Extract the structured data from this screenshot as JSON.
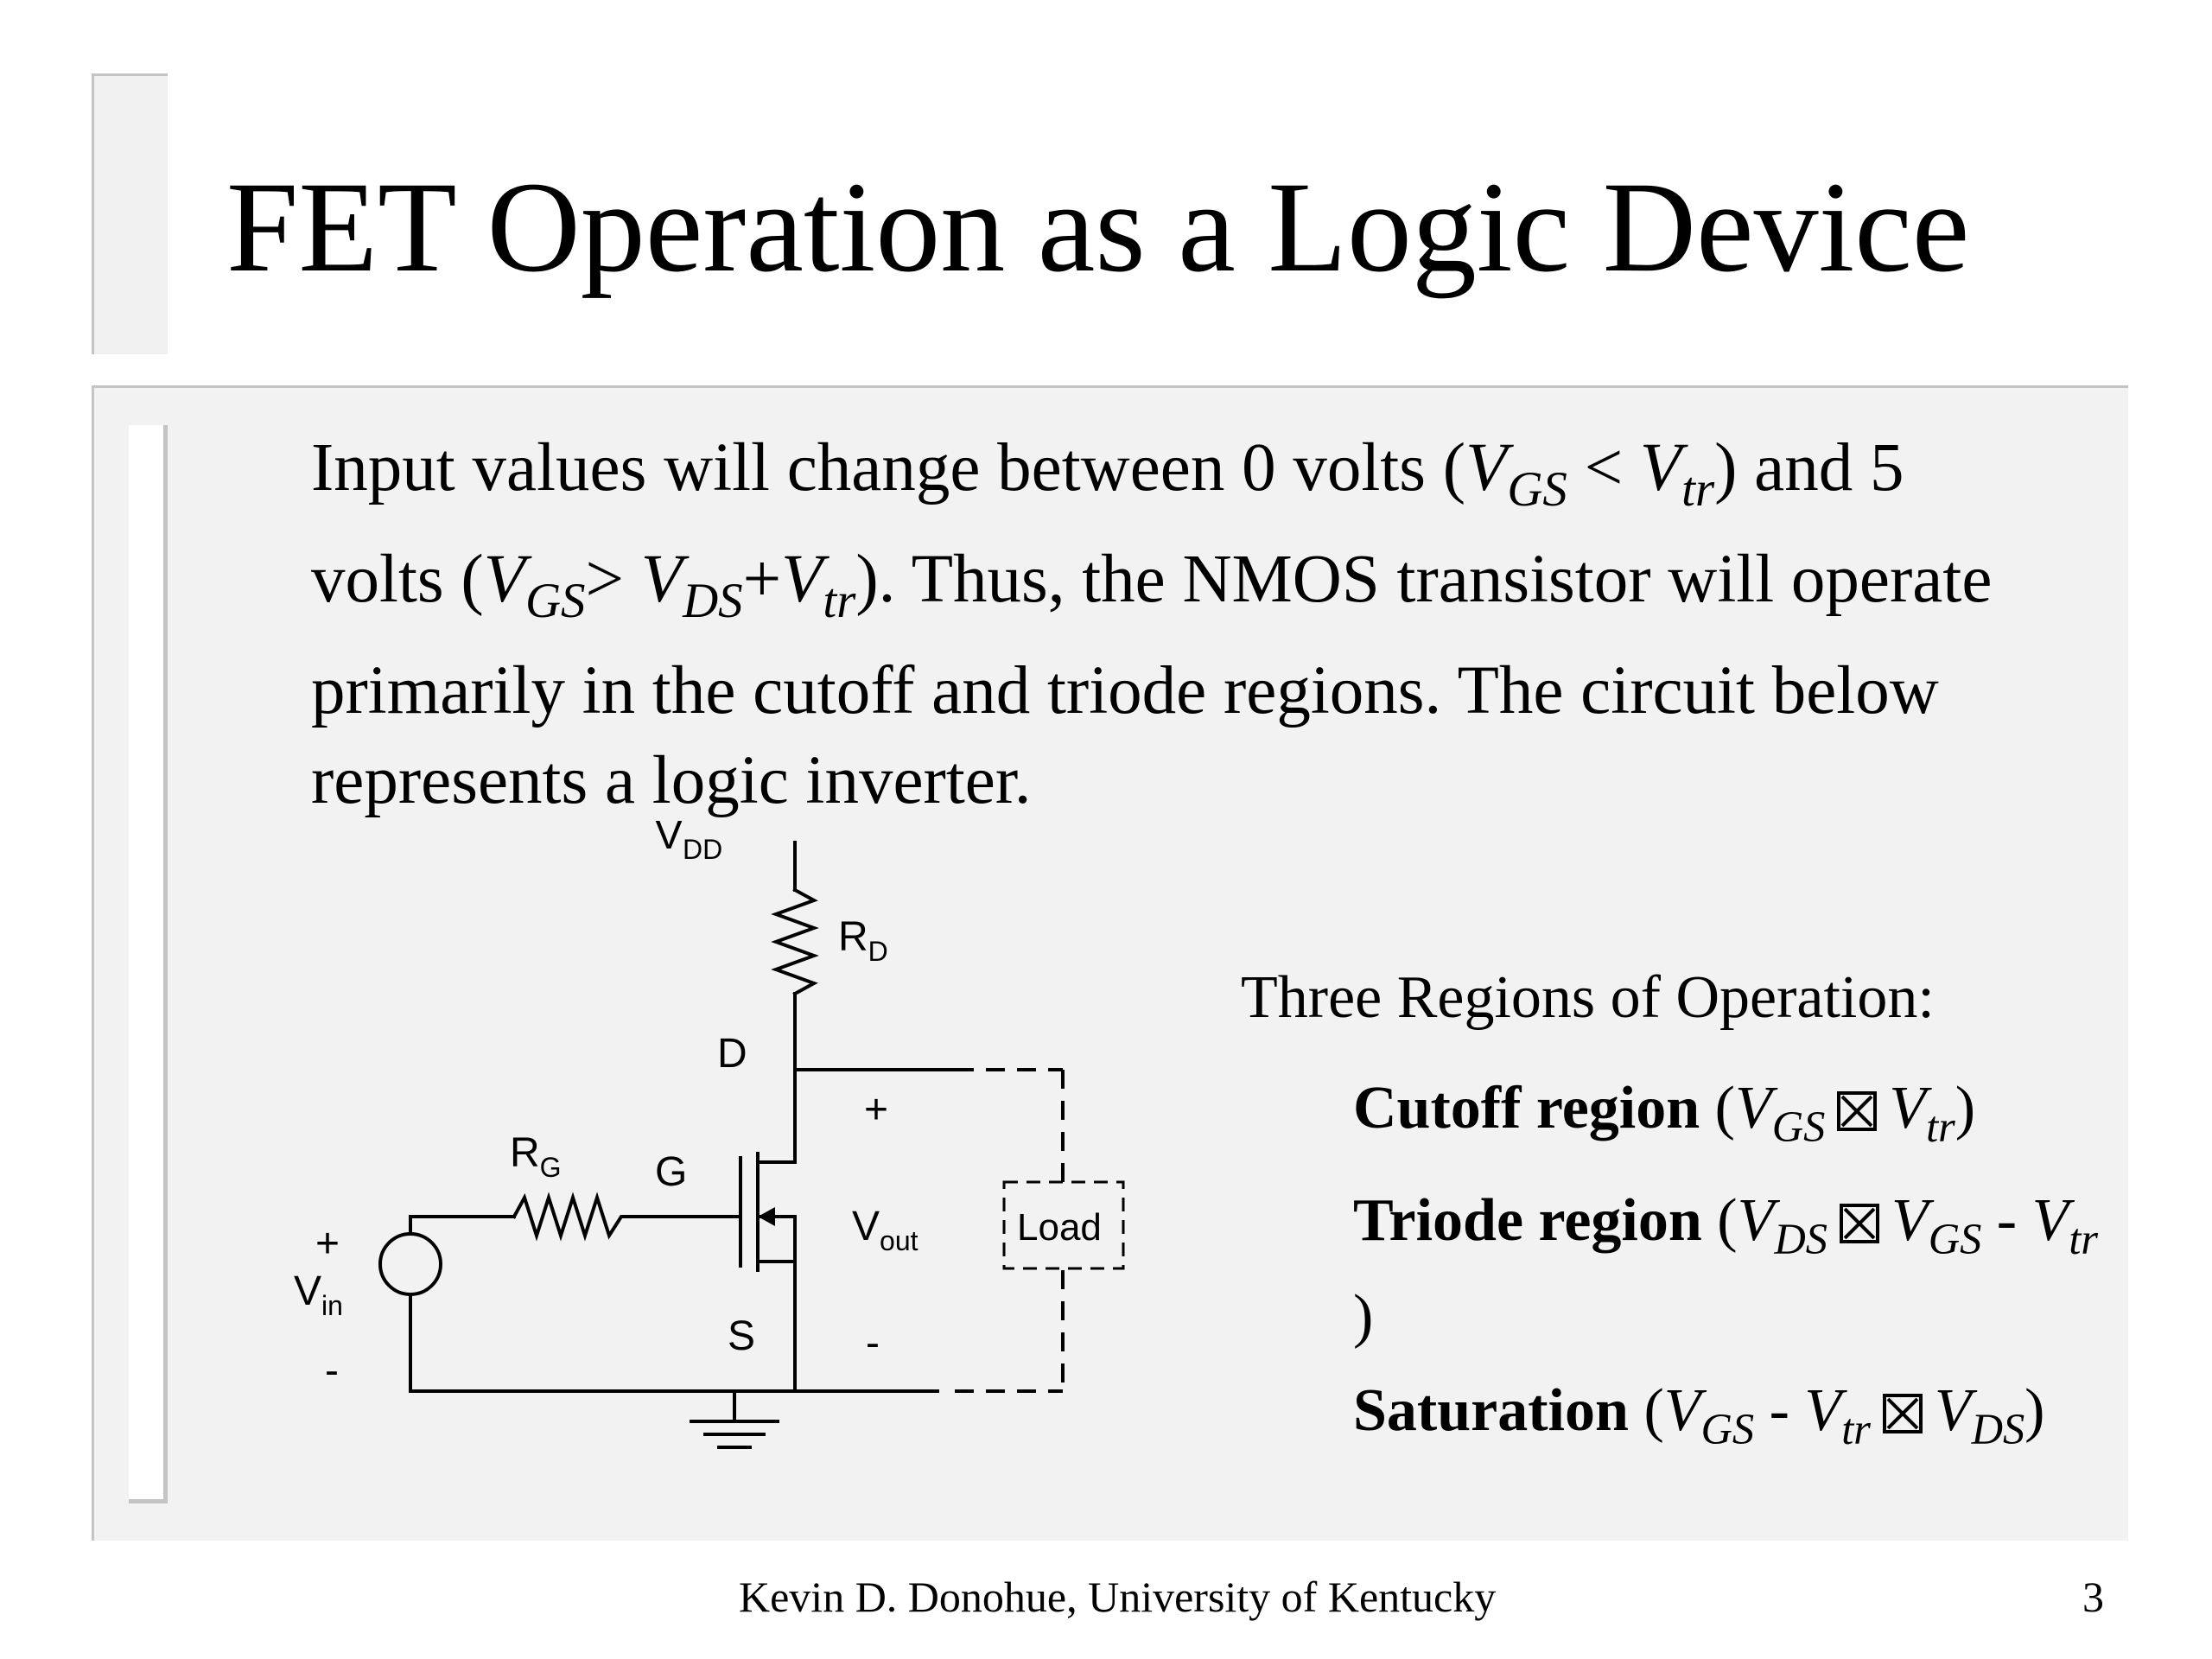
{
  "slide": {
    "title": "FET Operation as a Logic Device",
    "intro": {
      "t1": "Input values will change between 0 volts (",
      "v1": "V",
      "s1": "GS",
      "t2": " < ",
      "v2": "V",
      "s2": "tr",
      "t3": ") and 5 volts (",
      "v3": "V",
      "s3": "GS",
      "t4": "> ",
      "v4": "V",
      "s4": "DS",
      "t5": "+",
      "v5": "V",
      "s5": "tr",
      "t6": ").  Thus, the NMOS transistor will operate primarily in the cutoff and triode regions.  The circuit below represents a logic inverter."
    },
    "circuit": {
      "vdd": "V",
      "vdd_sub": "DD",
      "rd": "R",
      "rd_sub": "D",
      "rg": "R",
      "rg_sub": "G",
      "drain": "D",
      "gate": "G",
      "source": "S",
      "vout": "V",
      "vout_sub": "out",
      "vin": "V",
      "vin_sub": "in",
      "plus": "+",
      "minus": "-",
      "load": "Load"
    },
    "regions": {
      "heading": "Three Regions of Operation:",
      "cutoff": {
        "name": "Cutoff region",
        "open": " (",
        "a": "V",
        "a_sub": "GS",
        "b": "V",
        "b_sub": "tr",
        "close": ")"
      },
      "triode": {
        "name": "Triode region",
        "open": " (",
        "a": "V",
        "a_sub": "DS",
        "b": "V",
        "b_sub": "GS",
        "minus": " - ",
        "c": "V",
        "c_sub": "tr",
        "close": ")"
      },
      "saturation": {
        "name": "Saturation",
        "open": " (",
        "a": "V",
        "a_sub": "GS",
        "minus": " - ",
        "b": "V",
        "b_sub": "tr",
        "c": "V",
        "c_sub": "DS",
        "close": ")"
      }
    },
    "footer": {
      "author": "Kevin D. Donohue, University of Kentucky",
      "page": "3"
    }
  }
}
